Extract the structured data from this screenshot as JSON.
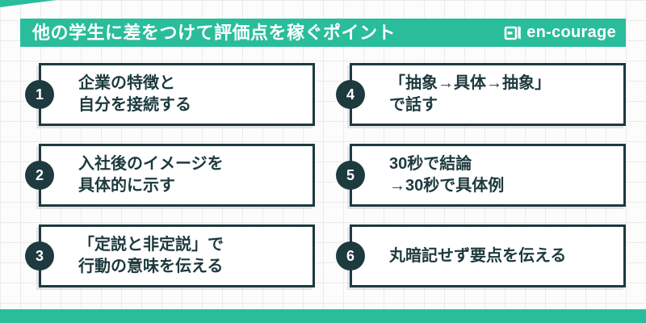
{
  "header": {
    "title": "他の学生に差をつけて評価点を稼ぐポイント",
    "logo_text": "en-courage",
    "logo_icon": "book-icon"
  },
  "colors": {
    "accent_teal": "#29bd9b",
    "dark_teal": "#1d3a3e",
    "card_background": "#ffffff",
    "page_background": "#fdfcfc"
  },
  "points": [
    {
      "number": "1",
      "lines": [
        "企業の特徴と",
        "自分を接続する"
      ]
    },
    {
      "number": "2",
      "lines": [
        "入社後のイメージを",
        "具体的に示す"
      ]
    },
    {
      "number": "3",
      "lines": [
        "「定説と非定説」で",
        "行動の意味を伝える"
      ]
    },
    {
      "number": "4",
      "lines": [
        "「抽象→具体→抽象」",
        "で話す"
      ]
    },
    {
      "number": "5",
      "lines": [
        "30秒で結論",
        "→30秒で具体例"
      ]
    },
    {
      "number": "6",
      "lines": [
        "丸暗記せず要点を伝える"
      ]
    }
  ]
}
